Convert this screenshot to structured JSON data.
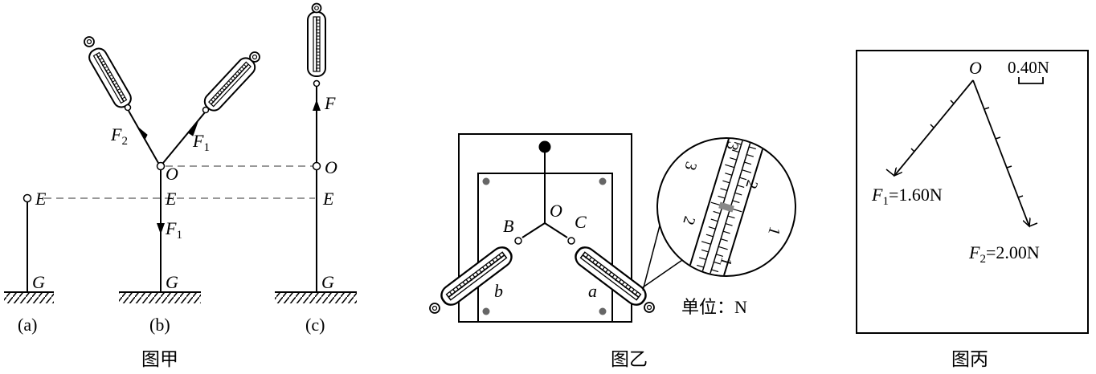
{
  "figure_jia": {
    "caption": "图甲",
    "sub_a": {
      "caption": "(a)",
      "label_E": "E",
      "label_G": "G"
    },
    "sub_b": {
      "caption": "(b)",
      "label_O": "O",
      "label_E": "E",
      "label_G": "G",
      "F1_up": {
        "main": "F",
        "sub": "1"
      },
      "F2_up": {
        "main": "F",
        "sub": "2"
      },
      "F1_down": {
        "main": "F",
        "sub": "1"
      }
    },
    "sub_c": {
      "caption": "(c)",
      "label_F": "F",
      "label_O": "O",
      "label_E": "E",
      "label_G": "G"
    }
  },
  "figure_yi": {
    "caption": "图乙",
    "label_O": "O",
    "label_B": "B",
    "label_C": "C",
    "label_a": "a",
    "label_b": "b",
    "unit_text": "单位：N",
    "zoom_digits": {
      "top": "3",
      "mid": "2",
      "bottom": "1"
    }
  },
  "figure_bing": {
    "caption": "图丙",
    "label_O": "O",
    "scale": "0.40N",
    "F1": {
      "main": "F",
      "sub": "1",
      "value": "=1.60N"
    },
    "F2": {
      "main": "F",
      "sub": "2",
      "value": "=2.00N"
    }
  }
}
